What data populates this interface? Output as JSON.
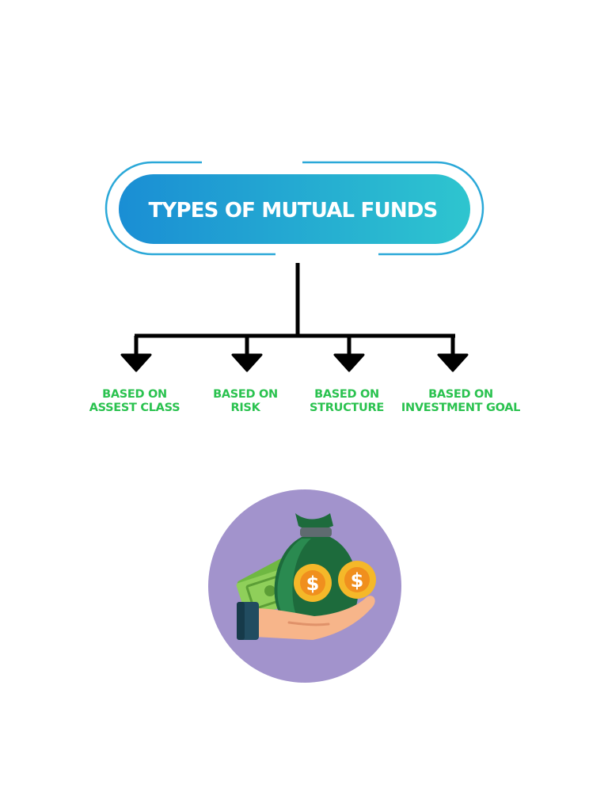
{
  "title": "TYPES OF MUTUAL FUNDS",
  "branches": [
    {
      "line1": "BASED ON",
      "line2": "ASSEST CLASS"
    },
    {
      "line1": "BASED ON",
      "line2": "RISK"
    },
    {
      "line1": "BASED ON",
      "line2": "STRUCTURE"
    },
    {
      "line1": "BASED ON",
      "line2": "INVESTMENT GOAL"
    }
  ],
  "coin_symbol": "$",
  "icons": {
    "illustration": "money-in-hand-icon",
    "money_bag": "money-bag-icon",
    "coin": "dollar-coin-icon",
    "banknotes": "banknotes-icon",
    "hand": "open-hand-icon"
  },
  "colors": {
    "title_gradient_start": "#1a8ed4",
    "title_gradient_end": "#2ec5cf",
    "outline": "#2aa8d8",
    "connector": "#000000",
    "label": "#2ac24f",
    "circle_bg": "#a293cc",
    "bag": "#1d6b3c",
    "coin": "#f5b829",
    "banknote": "#8fcf5a",
    "hand": "#f7b58a",
    "cuff": "#214c60"
  }
}
